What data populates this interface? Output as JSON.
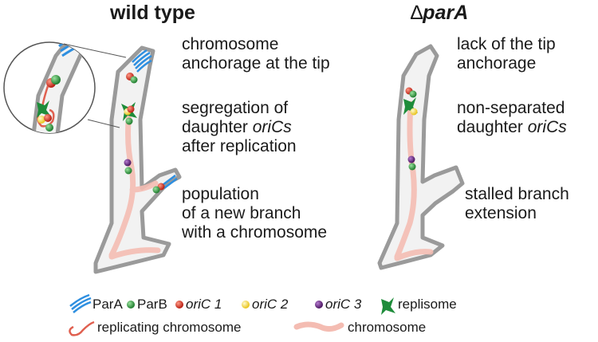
{
  "titles": {
    "wild_type": "wild type",
    "delta_symbol": "∆",
    "mutant": "parA"
  },
  "wild_type_text": {
    "anchorage": [
      "chromosome",
      "anchorage at the tip"
    ],
    "segregation": [
      "segregation of",
      "daughter ",
      "oriCs",
      "after replication"
    ],
    "branch": [
      "population",
      "of a new branch",
      "with a chromosome"
    ]
  },
  "mutant_text": {
    "anchorage": [
      "lack of the tip",
      "anchorage"
    ],
    "segregation": [
      "non-separated",
      "daughter ",
      "oriCs"
    ],
    "branch": [
      "stalled branch",
      "extension"
    ]
  },
  "legend": {
    "parA": "ParA",
    "parB": "ParB",
    "oric1": "oriC 1",
    "oric2": "oriC 2",
    "oric3": "oriC 3",
    "replisome": "replisome",
    "replicating": "replicating chromosome",
    "chromosome": "chromosome"
  },
  "colors": {
    "hypha_fill": "#f2f2f2",
    "hypha_outline": "#9a9a9a",
    "chromosome": "#f4bcb2",
    "para": "#2e8fe0",
    "parb": "#3aa64a",
    "oric1": "#e23a2a",
    "oric2": "#f5e04a",
    "oric3": "#6b2a82",
    "replisome": "#1e8c3a"
  }
}
